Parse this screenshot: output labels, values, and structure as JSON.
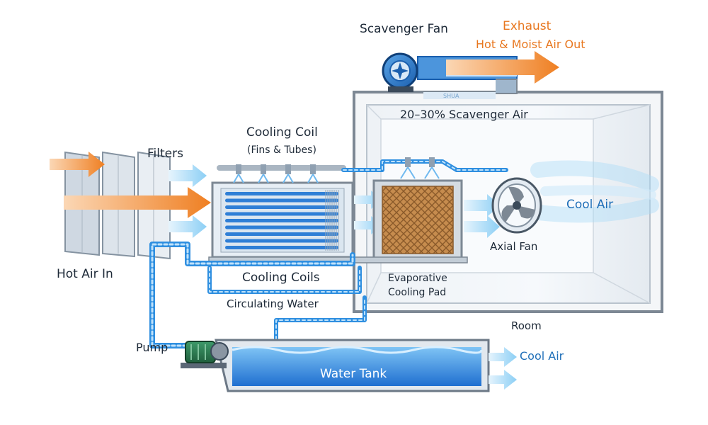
{
  "labels": {
    "scavenger_fan": "Scavenger Fan",
    "exhaust": "Exhaust",
    "exhaust_sub": "Hot & Moist Air Out",
    "duct_mark": "SHUA",
    "scavenger_air": "20–30% Scavenger Air",
    "cooling_coil": "Cooling Coil",
    "cooling_coil_sub": "(Fins & Tubes)",
    "filters": "Filters",
    "hot_air_in": "Hot Air In",
    "cool_air_room": "Cool Air",
    "axial_fan": "Axial Fan",
    "cooling_coils": "Cooling Coils",
    "evap_pad_line1": "Evaporative",
    "evap_pad_line2": "Cooling Pad",
    "circulating_water": "Circulating Water",
    "room": "Room",
    "pump": "Pump",
    "water_tank": "Water Tank",
    "cool_air_tank": "Cool Air"
  },
  "icons": [
    "scavenger-fan-icon",
    "axial-fan-icon",
    "pump-icon",
    "spray-nozzle-icon"
  ],
  "colors": {
    "hot_air": "#f08a2c",
    "cool_air": "#7cc6f2",
    "water": "#2f8fe0",
    "pad": "#c48a4a",
    "frame": "#7d8894"
  }
}
